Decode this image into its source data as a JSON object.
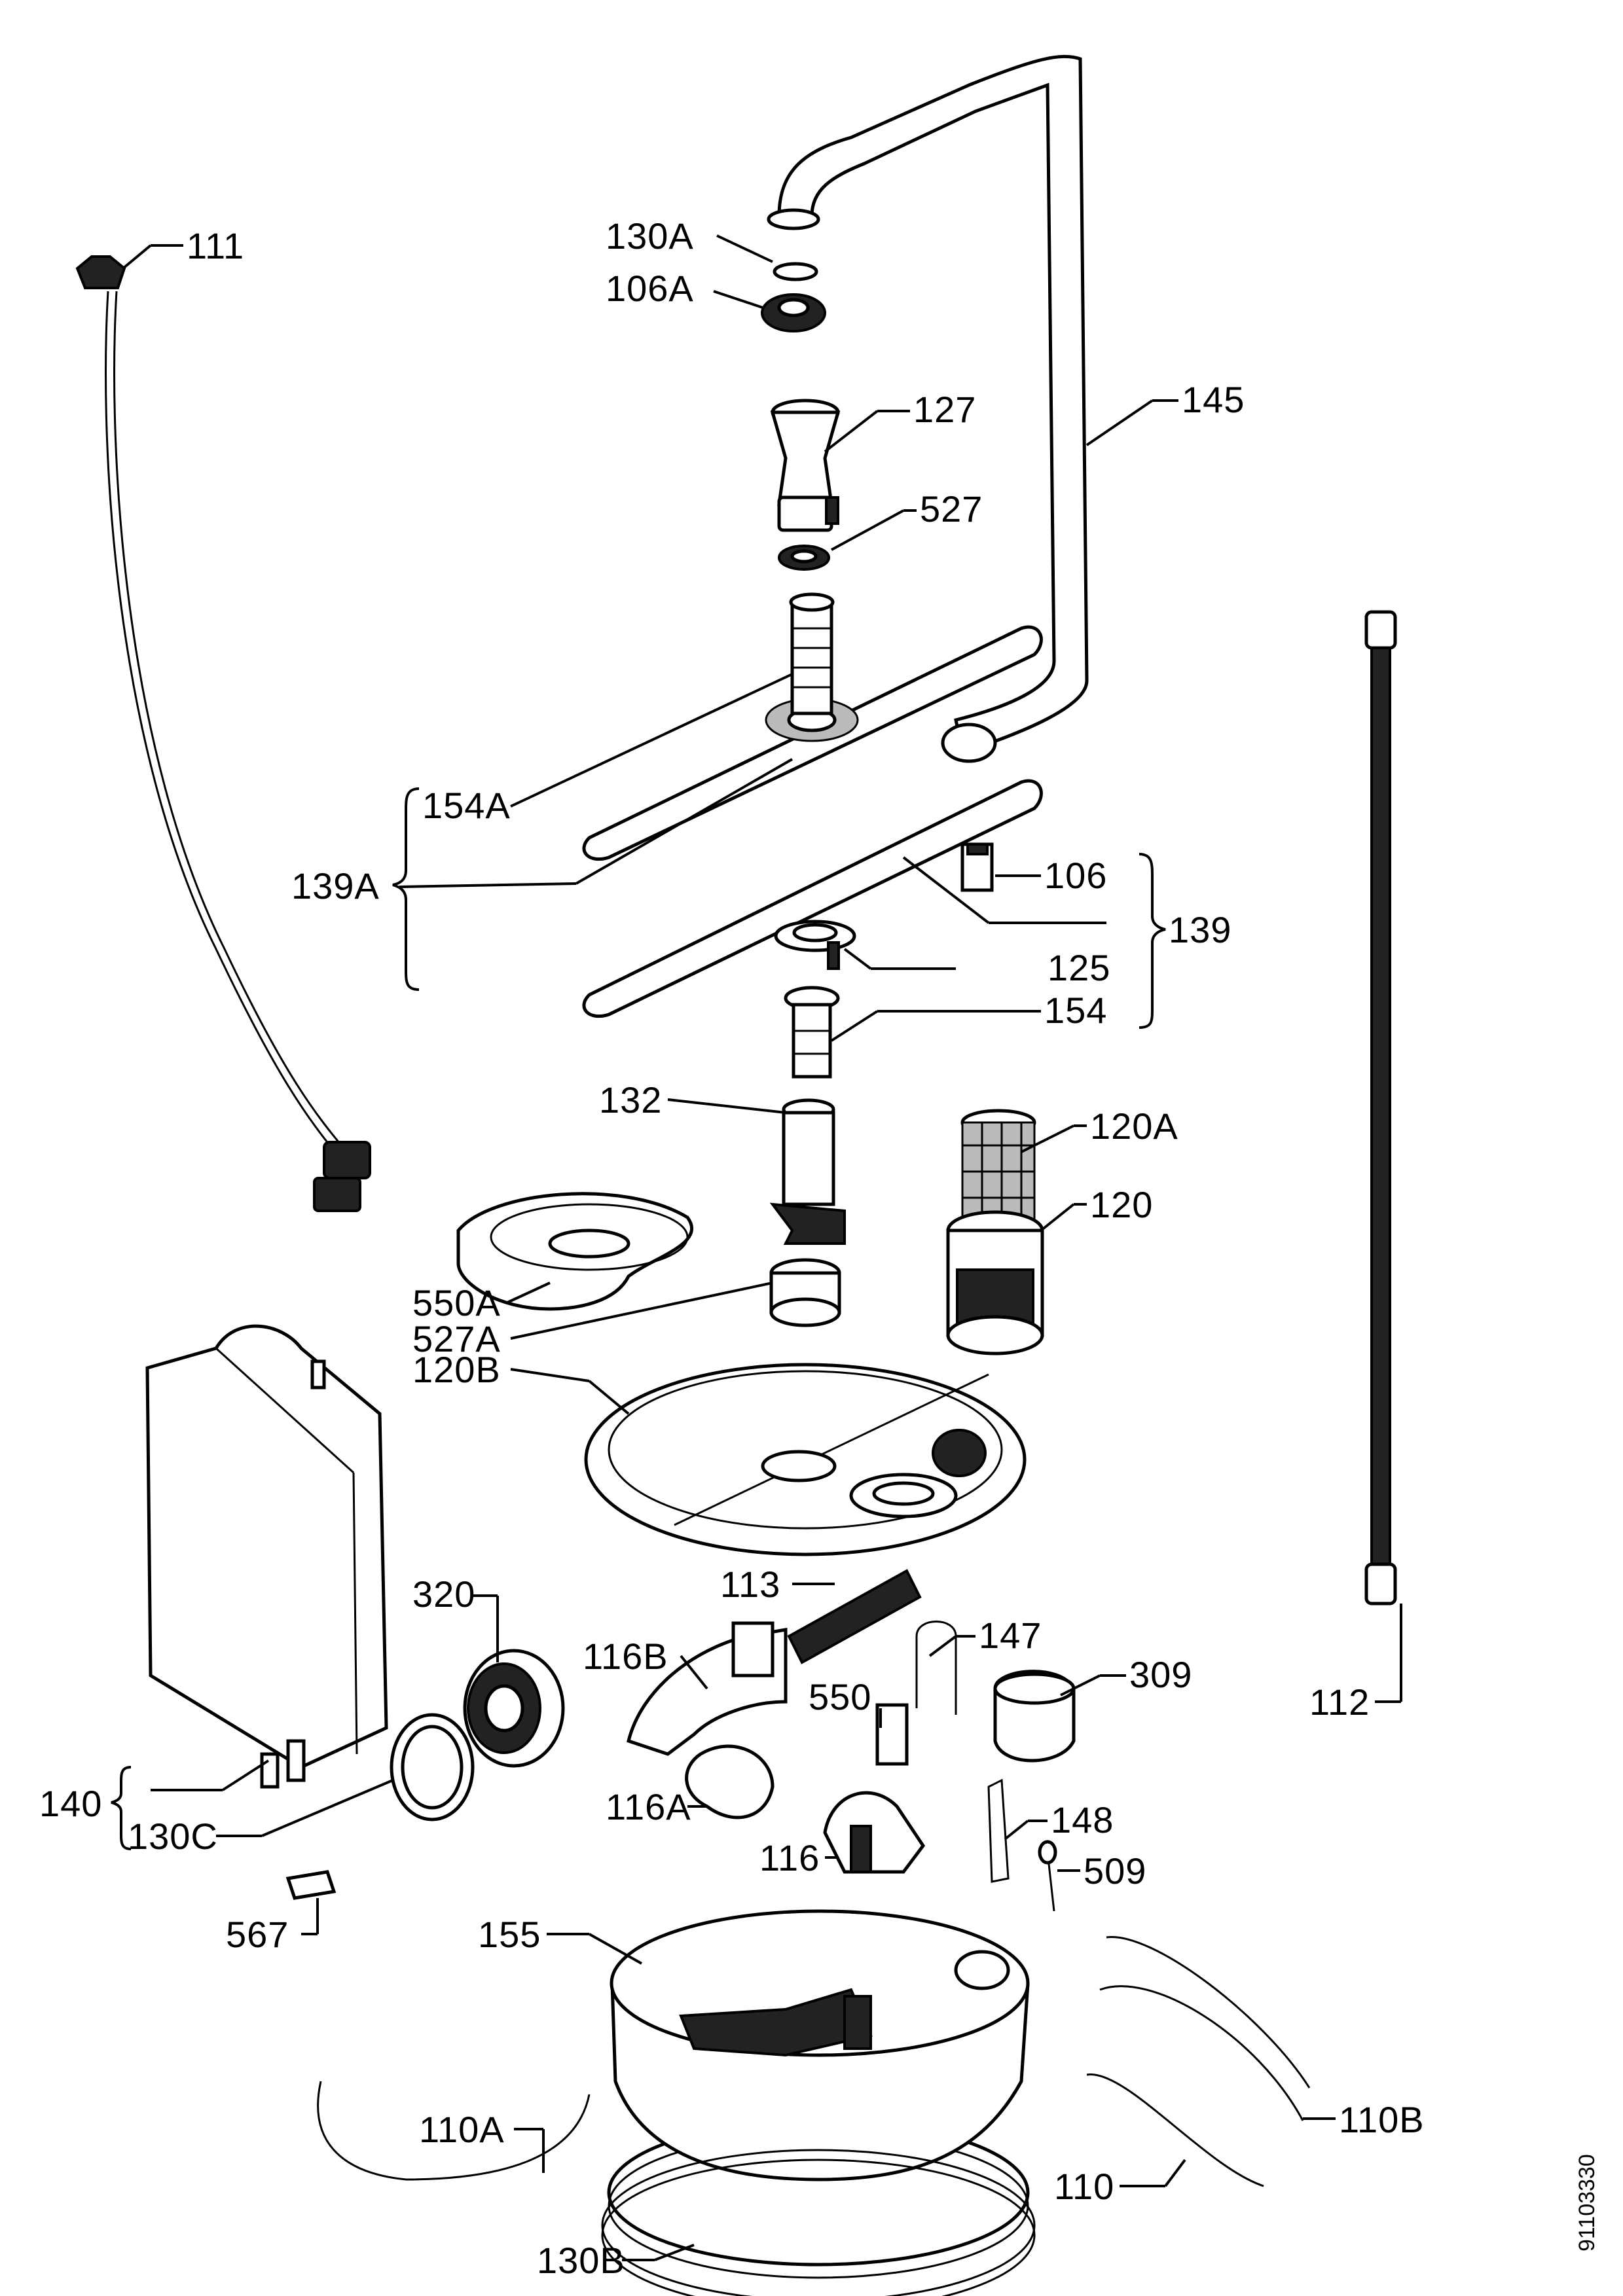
{
  "labels": {
    "p111": "111",
    "p130A": "130A",
    "p106A": "106A",
    "p127": "127",
    "p145": "145",
    "p527": "527",
    "p154A": "154A",
    "p139A": "139A",
    "p106": "106",
    "p139": "139",
    "p125": "125",
    "p154": "154",
    "p132": "132",
    "p120A": "120A",
    "p120": "120",
    "p550A": "550A",
    "p527A": "527A",
    "p120B": "120B",
    "p113": "113",
    "p147": "147",
    "p116B": "116B",
    "p309": "309",
    "p320": "320",
    "p550": "550",
    "p112": "112",
    "p148": "148",
    "p140": "140",
    "p130C": "130C",
    "p116A": "116A",
    "p116": "116",
    "p509": "509",
    "p567": "567",
    "p155": "155",
    "p110A": "110A",
    "p110B": "110B",
    "p110": "110",
    "p130B": "130B"
  },
  "document_number": "91103330"
}
